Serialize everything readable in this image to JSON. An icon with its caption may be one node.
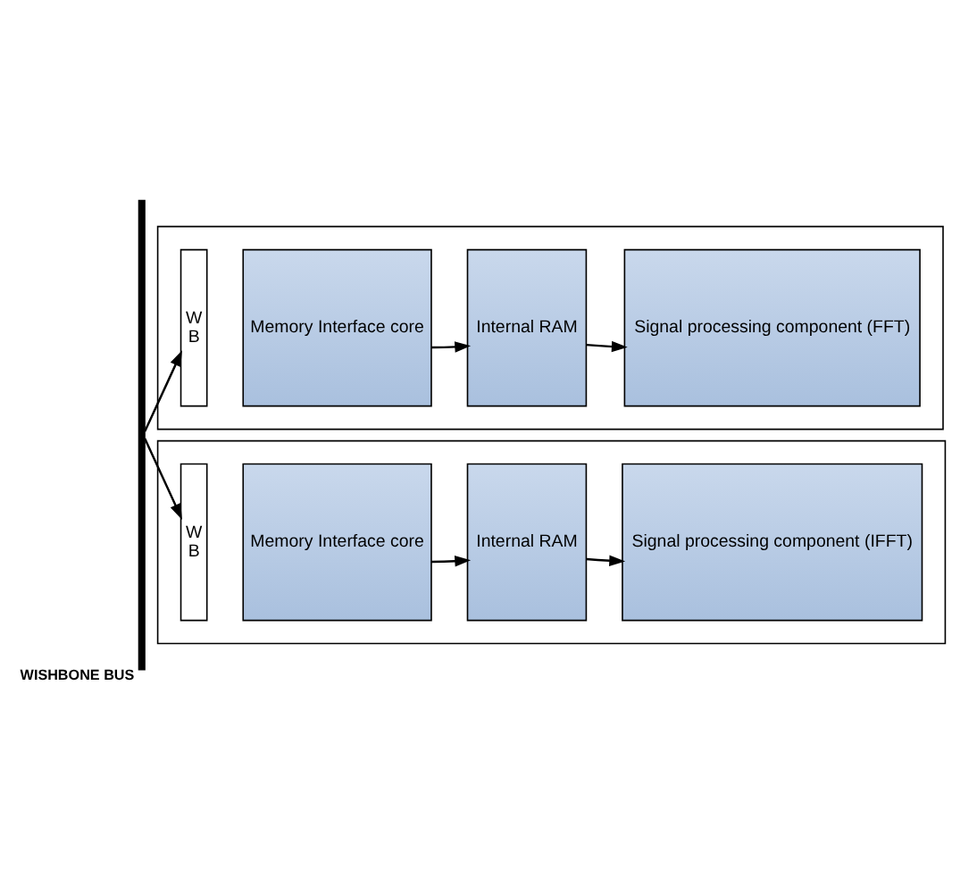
{
  "diagram": {
    "nodes": [
      {
        "text": [],
        "shape": "bar",
        "beside": [
          "WISHBONE BUS"
        ]
      },
      {
        "text": [],
        "shape": "box"
      },
      {
        "text": [
          "W B"
        ],
        "in": 1
      },
      {
        "text": [
          "Memory Interface core"
        ],
        "in": 1
      },
      {
        "text": [
          "Internal RAM"
        ],
        "in": 1
      },
      {
        "text": [
          "Signal processing component (FFT)"
        ],
        "in": 1
      },
      {
        "text": [],
        "shape": "box"
      },
      {
        "text": [
          "W B"
        ],
        "in": 6
      },
      {
        "text": [
          "Memory Interface core"
        ],
        "in": 6
      },
      {
        "text": [
          "Internal RAM"
        ],
        "in": 6
      },
      {
        "text": [
          "Signal processing component (IFFT)"
        ],
        "in": 6
      }
    ],
    "edges": [
      {
        "from": 0,
        "to": 2,
        "arrow": "to"
      },
      {
        "from": 3,
        "to": 4,
        "arrow": "to"
      },
      {
        "from": 4,
        "to": 5,
        "arrow": "to"
      },
      {
        "from": 0,
        "to": 7,
        "arrow": "to"
      },
      {
        "from": 8,
        "to": 9,
        "arrow": "to"
      },
      {
        "from": 9,
        "to": 10,
        "arrow": "to"
      }
    ]
  }
}
